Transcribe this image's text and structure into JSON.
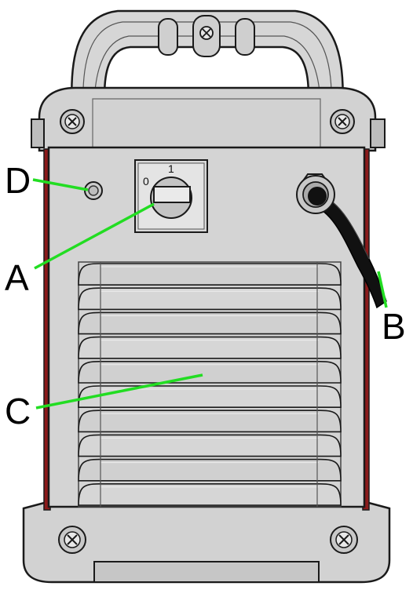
{
  "callouts": {
    "a": "A",
    "b": "B",
    "c": "C",
    "d": "D"
  },
  "switch": {
    "off_label": "0",
    "on_label": "1"
  },
  "colors": {
    "leader_line": "#22dd22",
    "casing": "#d4d4d4",
    "outline": "#1a1a1a",
    "side_trim": "#8b1a1a",
    "cable": "#111111"
  },
  "icons": [
    "screw-icon",
    "switch-knob-icon",
    "indicator-lamp-icon"
  ]
}
